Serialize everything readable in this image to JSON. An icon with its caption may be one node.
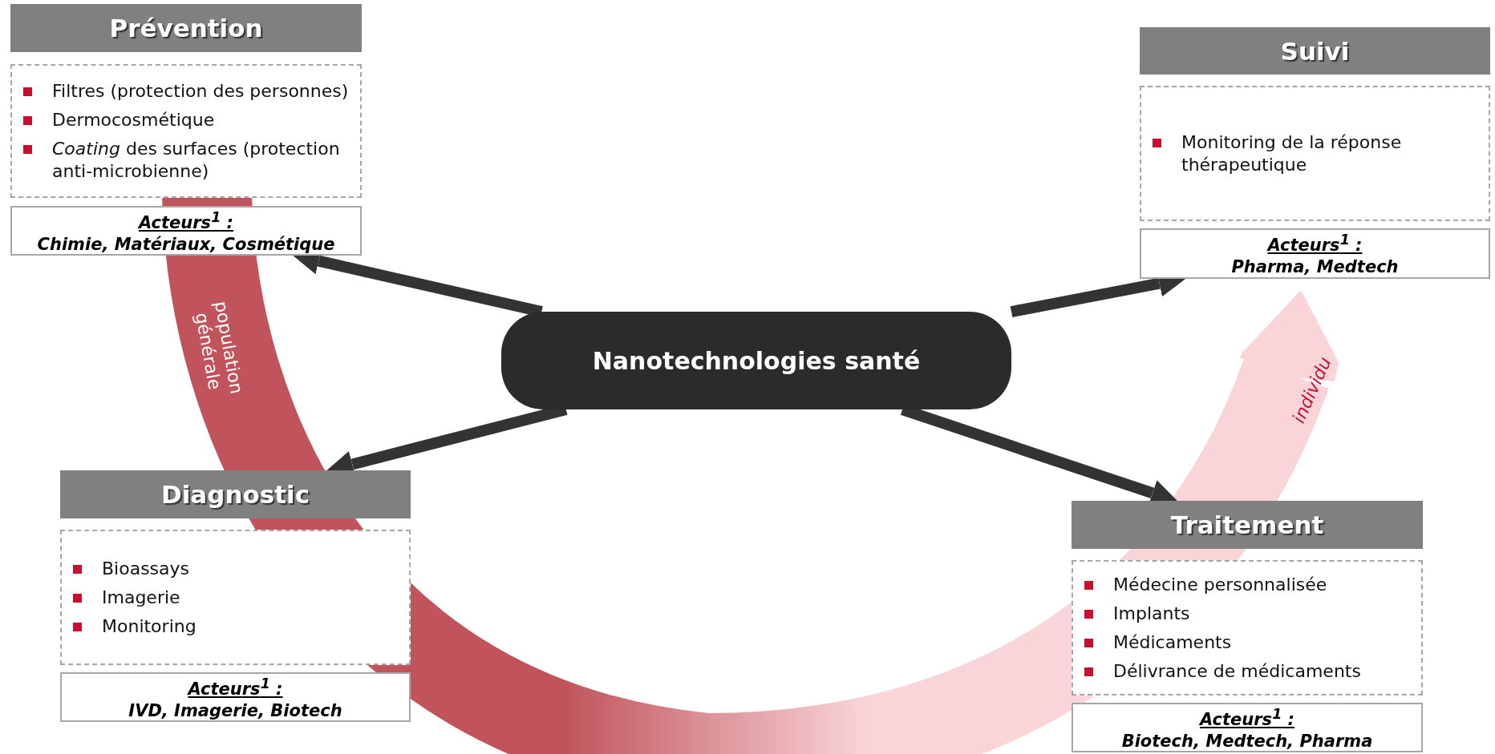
{
  "diagram": {
    "nodes": [
      {
        "text": [
          "Prévention"
        ]
      },
      {
        "text": [
          "Filtres (protection des personnes)",
          "Dermocosmétique",
          "*Coating* des surfaces (protection anti-microbienne)"
        ]
      },
      {
        "text": [
          "Acteurs$^{1}$ :",
          "Chimie, Matériaux, Cosmétique"
        ]
      },
      {
        "text": [
          "Suivi"
        ]
      },
      {
        "text": [
          "Monitoring de la réponse thérapeutique"
        ]
      },
      {
        "text": [
          "Acteurs$^{1}$ :",
          "Pharma, Medtech"
        ]
      },
      {
        "text": [
          "Nanotechnologies santé"
        ]
      },
      {
        "text": [
          "Diagnostic"
        ]
      },
      {
        "text": [
          "Bioassays",
          "Imagerie",
          "Monitoring"
        ]
      },
      {
        "text": [
          "Acteurs$^{1}$ :",
          "IVD, Imagerie, Biotech"
        ]
      },
      {
        "text": [
          "Traitement"
        ]
      },
      {
        "text": [
          "Médecine personnalisée",
          "Implants",
          "Médicaments",
          "Délivrance de médicaments"
        ]
      },
      {
        "text": [
          "Acteurs$^{1}$ :",
          "Biotech, Medtech, Pharma"
        ]
      }
    ],
    "edges": [
      {
        "from": 6,
        "to": 2,
        "arrow": "to"
      },
      {
        "from": 6,
        "to": 5,
        "arrow": "to"
      },
      {
        "from": 6,
        "to": 7,
        "arrow": "to"
      },
      {
        "from": 6,
        "to": 10,
        "arrow": "to"
      }
    ],
    "labels": [
      "population générale",
      "individu"
    ]
  }
}
